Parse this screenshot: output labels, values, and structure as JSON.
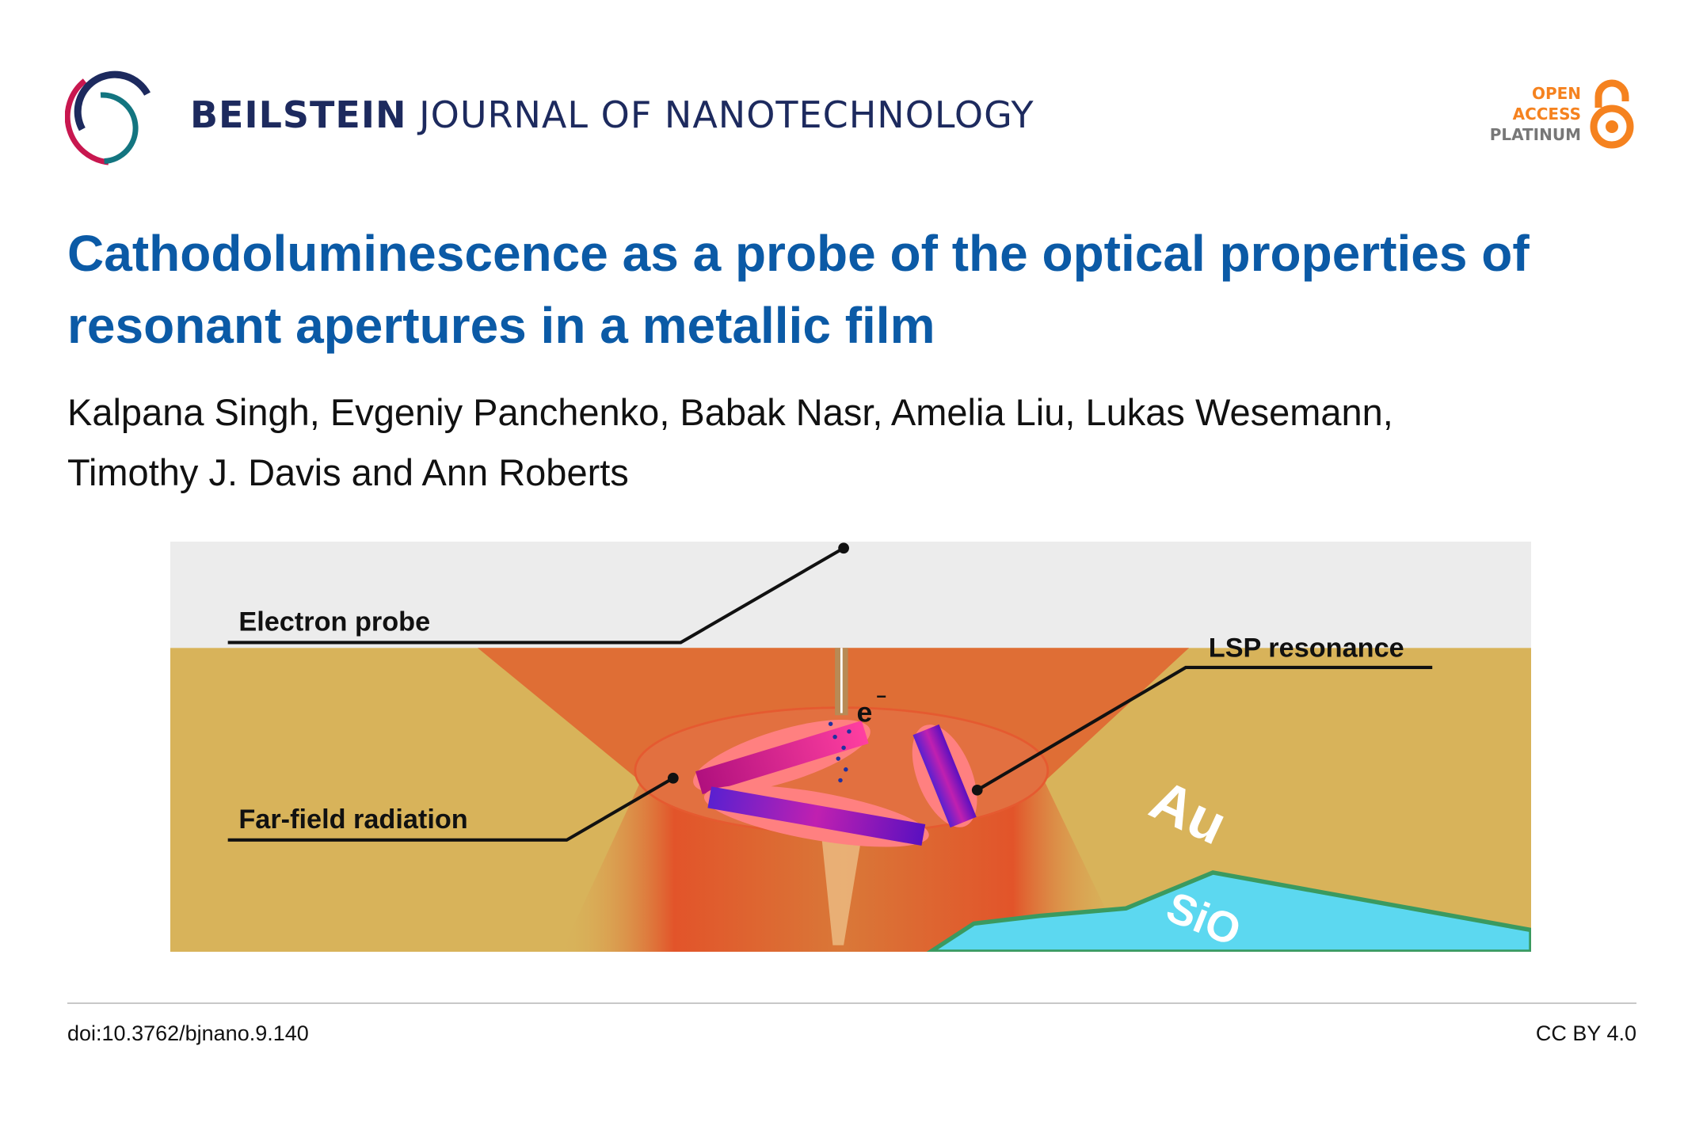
{
  "header": {
    "journal_bold": "BEILSTEIN",
    "journal_rest": "JOURNAL OF NANOTECHNOLOGY",
    "badge": {
      "line1": "OPEN",
      "line2": "ACCESS",
      "line3": "PLATINUM"
    }
  },
  "article": {
    "title": "Cathodoluminescence as a probe of the optical properties of resonant apertures in a metallic film",
    "authors_line1": "Kalpana Singh, Evgeniy Panchenko, Babak Nasr, Amelia Liu, Lukas Wesemann,",
    "authors_line2": "Timothy J. Davis and Ann Roberts"
  },
  "figure": {
    "labels": {
      "electron_probe": "Electron probe",
      "lsp_resonance": "LSP resonance",
      "far_field": "Far-field radiation",
      "electron": "e",
      "electron_sup": "−",
      "gold": "Au",
      "substrate": "SiO"
    }
  },
  "footer": {
    "doi": "doi:10.3762/bjnano.9.140",
    "license": "CC BY 4.0"
  },
  "colors": {
    "title": "#0b5aa6",
    "journal": "#1d2a5e",
    "oa_orange": "#f5821f"
  }
}
